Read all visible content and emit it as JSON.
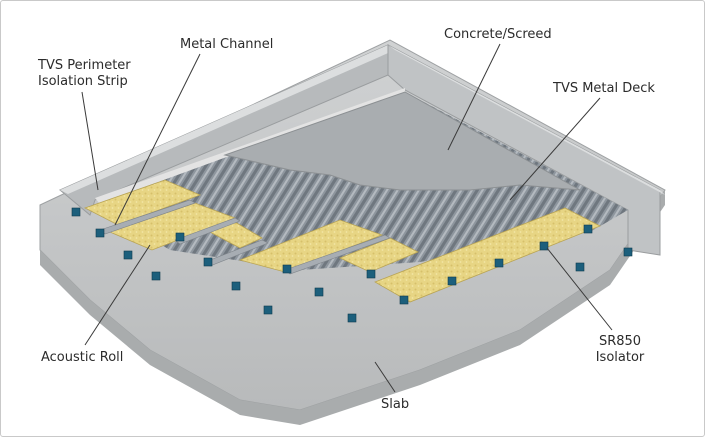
{
  "labels": {
    "perimeter_strip": [
      "TVS Perimeter",
      "Isolation Strip"
    ],
    "metal_channel": "Metal Channel",
    "concrete_screed": "Concrete/Screed",
    "metal_deck": "TVS Metal Deck",
    "acoustic_roll": "Acoustic Roll",
    "isolator": [
      "SR850",
      "Isolator"
    ],
    "slab": "Slab"
  },
  "colors": {
    "slab": "#c9cbcc",
    "wall_inner": "#b3b6b8",
    "wall_top": "#d3d5d6",
    "deck": "#8e969e",
    "screed": "#a9adb0",
    "acoustic_roll": "#e7d584",
    "metal_channel": "#a7adb3",
    "isolator": "#1c5f7c",
    "leader_line": "#3a3a3a"
  }
}
